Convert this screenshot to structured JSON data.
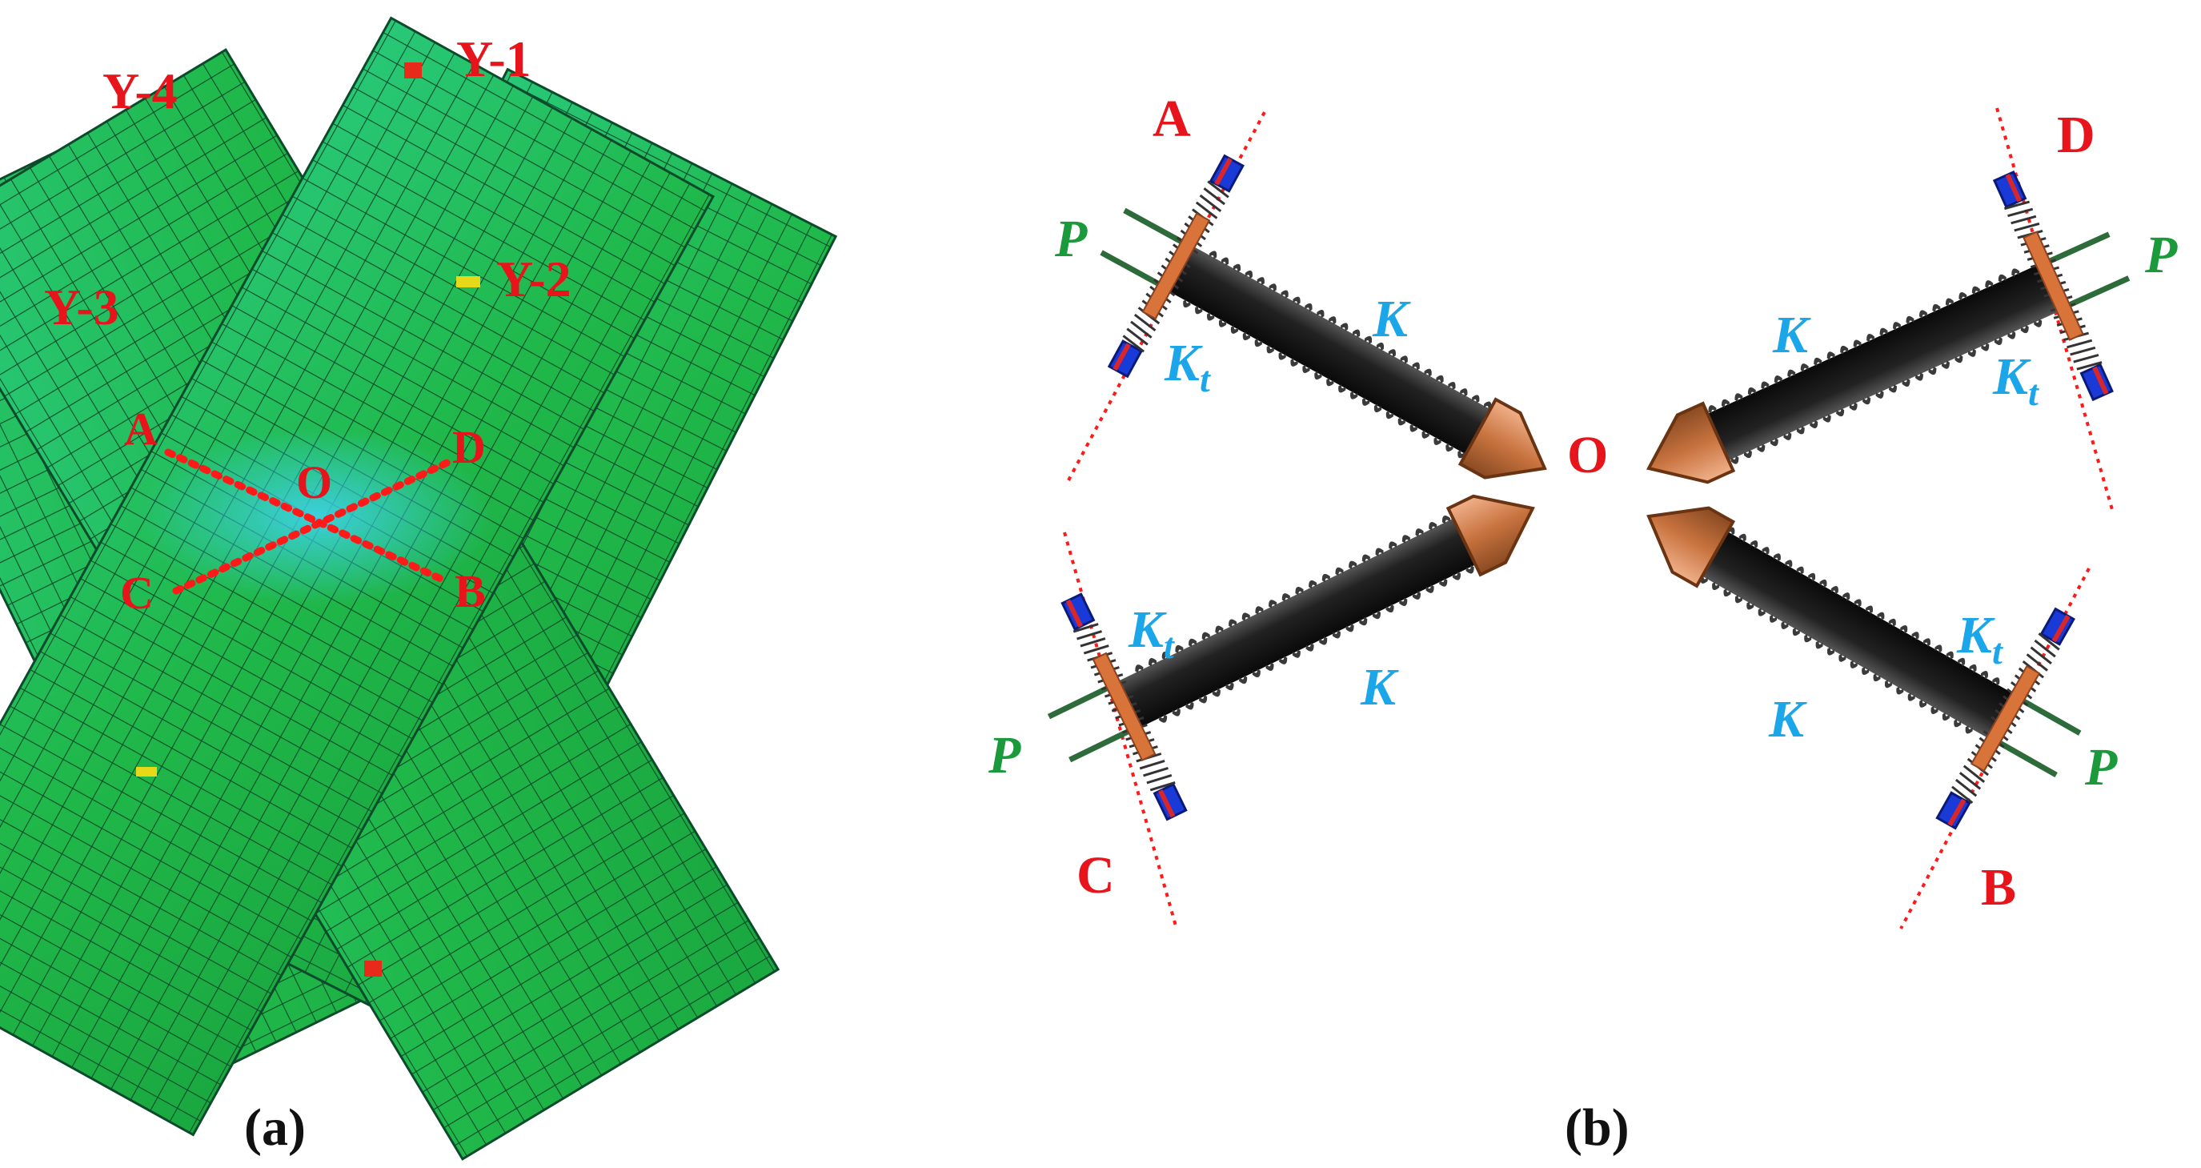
{
  "panel_a": {
    "caption": "(a)",
    "strip_labels": [
      "Y-4",
      "Y-1",
      "Y-3",
      "Y-2"
    ],
    "point_labels": {
      "A": "A",
      "D": "D",
      "O": "O",
      "C": "C",
      "B": "B"
    }
  },
  "panel_b": {
    "caption": "(b)",
    "end_labels": {
      "A": "A",
      "D": "D",
      "C": "C",
      "B": "B"
    },
    "center_label": "O",
    "stiffness_label": "K",
    "torsion_label_base": "K",
    "torsion_label_sub": "t",
    "load_label": "P"
  },
  "colors": {
    "label_red": "#e8141b",
    "label_blue": "#1aa6e8",
    "label_green": "#1a9a3a",
    "mesh_green": "#1fc25a",
    "mesh_cyan": "#2fd6c6",
    "rod_black": "#1a1a1a",
    "cone_copper": "#c8733f"
  }
}
